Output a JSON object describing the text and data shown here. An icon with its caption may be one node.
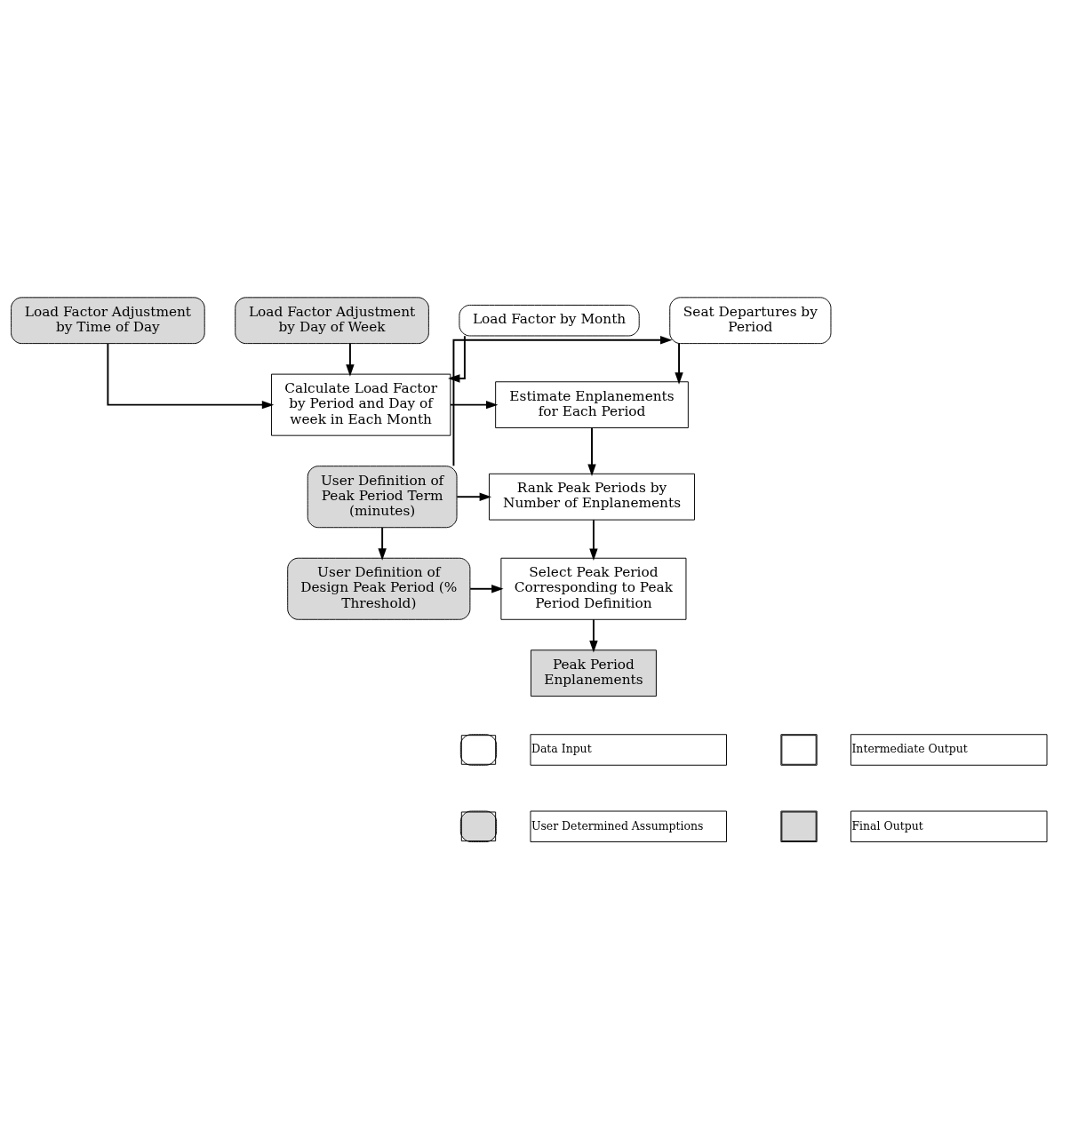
{
  "diagram": {
    "nodes": [
      {
        "text": [
          "Load Factor Adjustment by Time of Day"
        ]
      },
      {
        "text": [
          "Load Factor Adjustment by Day of Week"
        ]
      },
      {
        "text": [
          "Load Factor by Month"
        ]
      },
      {
        "text": [
          "Seat Departures by Period"
        ]
      },
      {
        "text": [
          "Calculate Load Factor by Period and Day of week in Each Month"
        ]
      },
      {
        "text": [
          "Estimate Enplanements for Each Period"
        ]
      },
      {
        "text": [
          "Rank Peak Periods by Number of Enplanements"
        ]
      },
      {
        "text": [
          "User Definition of Peak Period Term (minutes)"
        ]
      },
      {
        "text": [
          "Select Peak Period Corresponding to Peak Period Definition"
        ]
      },
      {
        "text": [
          "User Definition of Design Peak Period (% Threshold)"
        ]
      },
      {
        "text": [
          "Peak Period Enplanements"
        ]
      }
    ],
    "edges": [
      {
        "from": 0,
        "to": 4,
        "arrow": "to"
      },
      {
        "from": 1,
        "to": 4,
        "arrow": "to"
      },
      {
        "from": 2,
        "to": 4,
        "arrow": "to"
      },
      {
        "from": 4,
        "to": 5,
        "arrow": "to"
      },
      {
        "from": 3,
        "to": 5,
        "arrow": "to"
      },
      {
        "from": 5,
        "to": 6,
        "arrow": "to"
      },
      {
        "from": 7,
        "to": 6,
        "arrow": "to"
      },
      {
        "from": 7,
        "to": 3,
        "arrow": "to"
      },
      {
        "from": 6,
        "to": 8,
        "arrow": "to"
      },
      {
        "from": 7,
        "to": 9,
        "arrow": "to"
      },
      {
        "from": 9,
        "to": 8,
        "arrow": "to"
      },
      {
        "from": 8,
        "to": 10,
        "arrow": "to"
      }
    ],
    "legend": [
      {
        "text": "Data Input",
        "color": "#ffffff"
      },
      {
        "text": "Intermediate Output",
        "color": "#ffffff"
      },
      {
        "text": "User Determined Assumptions",
        "color": "#d9d9d9"
      },
      {
        "text": "Final Output",
        "color": "#d9d9d9"
      }
    ]
  }
}
